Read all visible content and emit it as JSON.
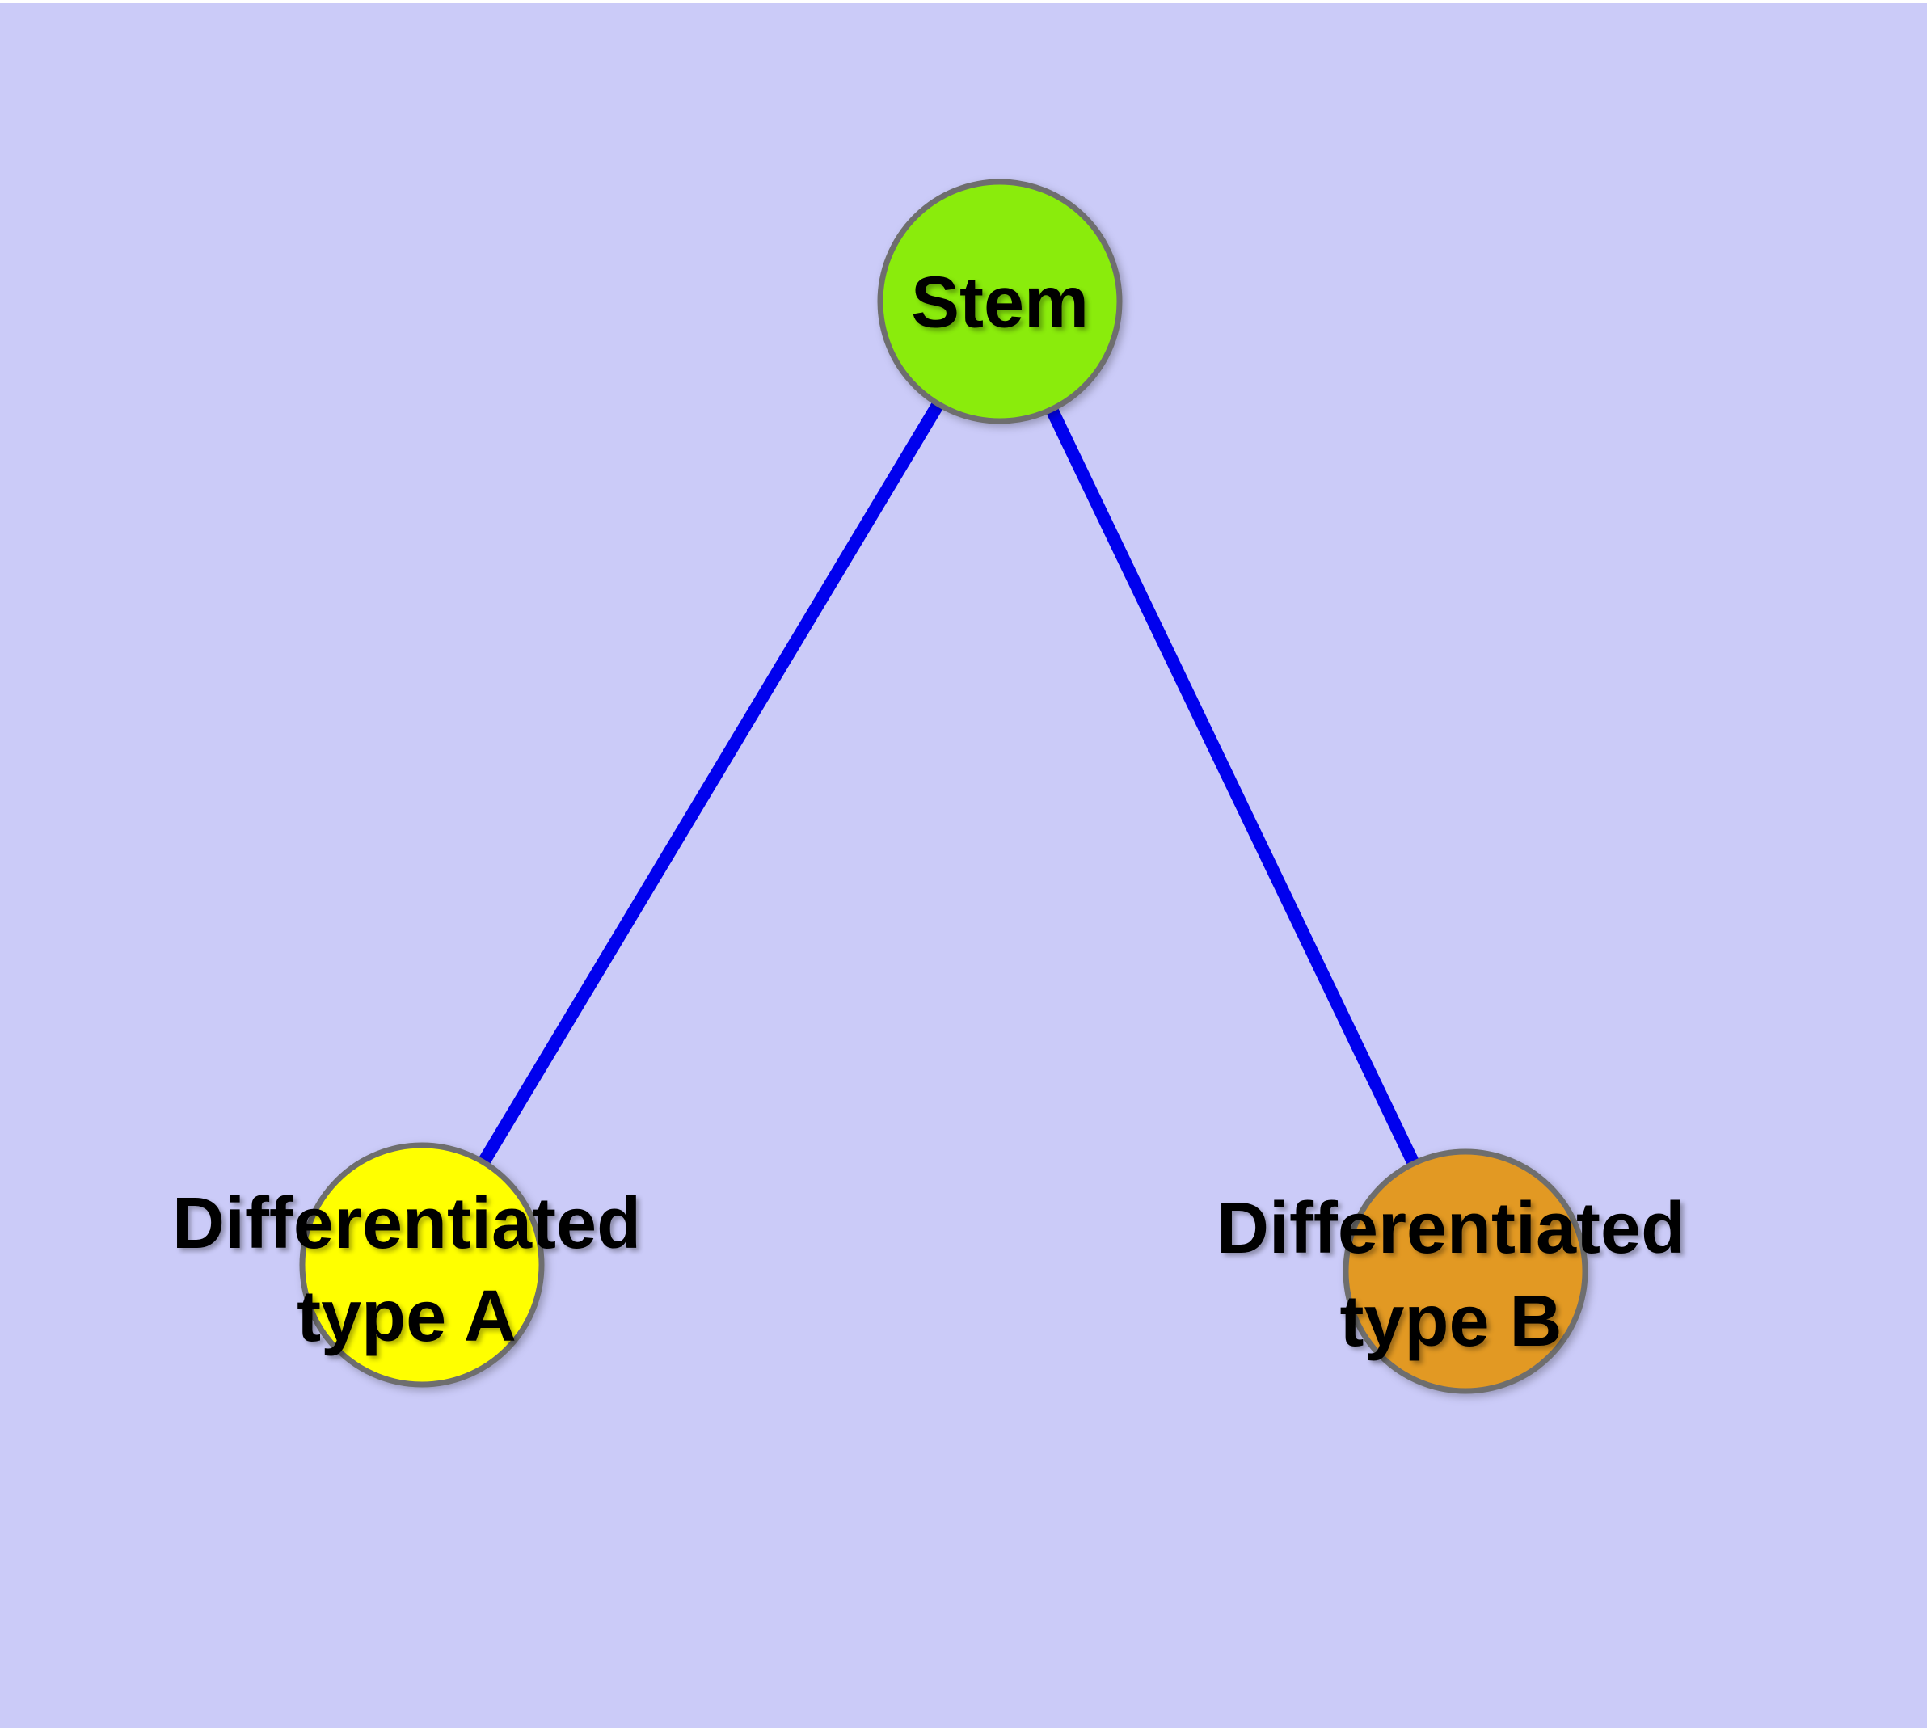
{
  "diagram": {
    "title": "stem-cell-differentiation-graph",
    "colors": {
      "background": "#CBCBF8",
      "edge": "#0000EE",
      "node_border": "#6E6E6E",
      "label_text": "#000000",
      "stem_fill": "#8AEC0C",
      "type_a_fill": "#FFFF00",
      "type_b_fill": "#E29923"
    },
    "nodes": [
      {
        "id": "stem",
        "label": "Stem"
      },
      {
        "id": "type-a",
        "label_line1": "Differentiated",
        "label_line2": "type A"
      },
      {
        "id": "type-b",
        "label_line1": "Differentiated",
        "label_line2": "type B"
      }
    ],
    "edges": [
      {
        "from": "Stem",
        "to": "Differentiated type A"
      },
      {
        "from": "Stem",
        "to": "Differentiated type B"
      }
    ]
  }
}
